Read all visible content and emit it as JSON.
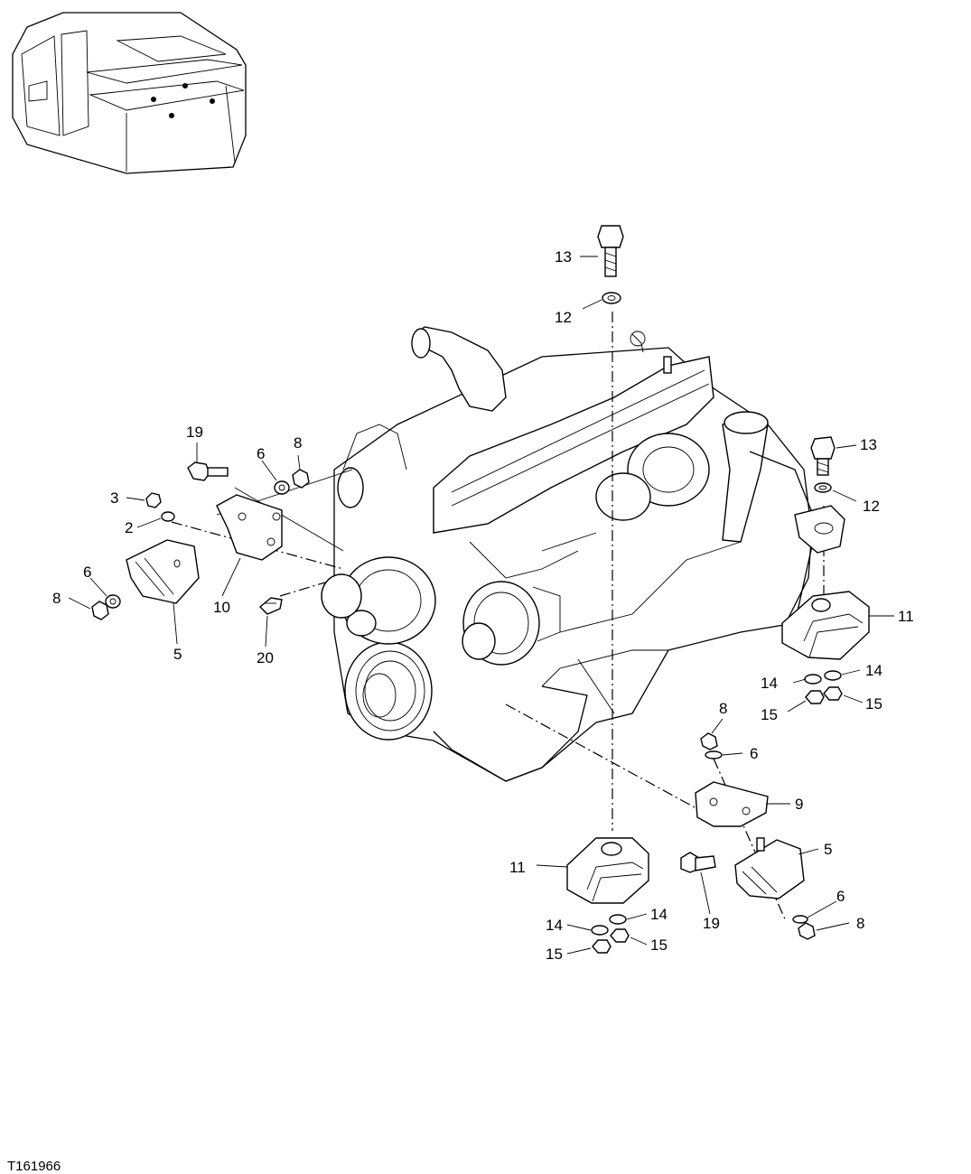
{
  "figure_id": "T161966",
  "callouts": {
    "c2": "2",
    "c3": "3",
    "c5a": "5",
    "c5b": "5",
    "c6a": "6",
    "c6b": "6",
    "c6c": "6",
    "c6d": "6",
    "c8a": "8",
    "c8b": "8",
    "c8c": "8",
    "c8d": "8",
    "c9": "9",
    "c10": "10",
    "c11a": "11",
    "c11b": "11",
    "c12a": "12",
    "c12b": "12",
    "c13a": "13",
    "c13b": "13",
    "c14a": "14",
    "c14b": "14",
    "c14c": "14",
    "c14d": "14",
    "c15a": "15",
    "c15b": "15",
    "c15c": "15",
    "c15d": "15",
    "c19a": "19",
    "c19b": "19",
    "c20": "20"
  }
}
